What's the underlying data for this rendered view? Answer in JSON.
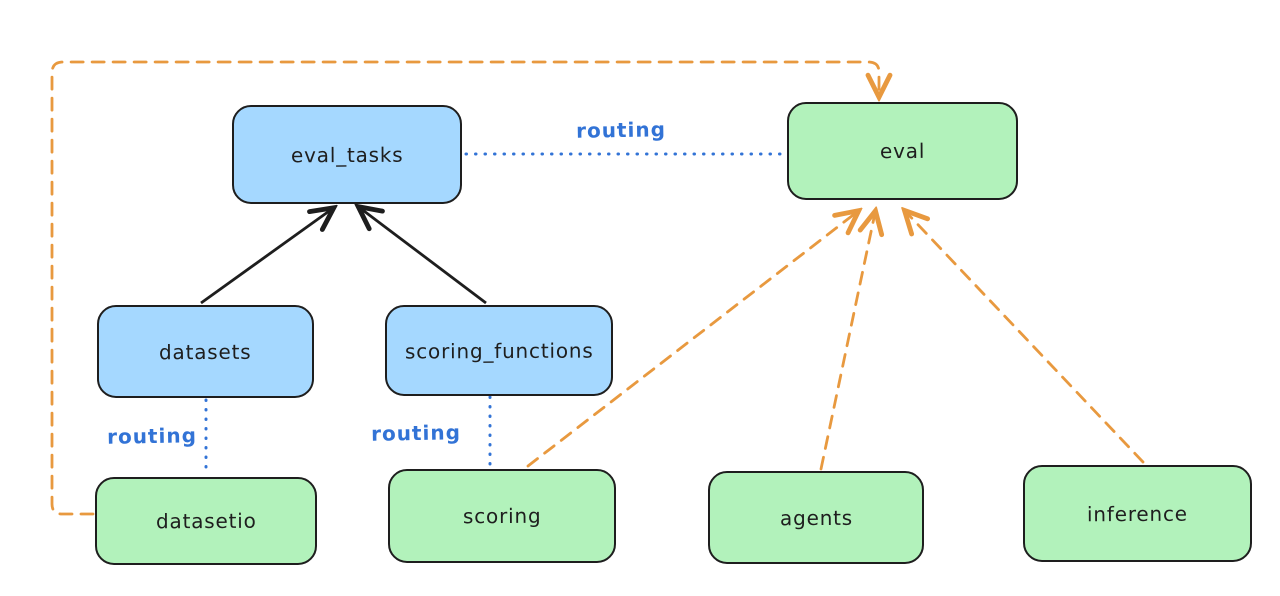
{
  "diagram": {
    "nodes": [
      {
        "id": "eval_tasks",
        "label": "eval_tasks",
        "kind": "resource"
      },
      {
        "id": "eval",
        "label": "eval",
        "kind": "api"
      },
      {
        "id": "datasets",
        "label": "datasets",
        "kind": "resource"
      },
      {
        "id": "scoring_functions",
        "label": "scoring_functions",
        "kind": "resource"
      },
      {
        "id": "datasetio",
        "label": "datasetio",
        "kind": "api"
      },
      {
        "id": "scoring",
        "label": "scoring",
        "kind": "api"
      },
      {
        "id": "agents",
        "label": "agents",
        "kind": "api"
      },
      {
        "id": "inference",
        "label": "inference",
        "kind": "api"
      }
    ],
    "edge_labels": [
      {
        "id": "routing-eval-tasks-to-eval",
        "label": "routing"
      },
      {
        "id": "routing-datasets-to-datasetio",
        "label": "routing"
      },
      {
        "id": "routing-scoring-functions-to-scoring",
        "label": "routing"
      }
    ],
    "colors": {
      "resource_fill": "#a5d8ff",
      "api_fill": "#b2f2bb",
      "stroke": "#1e1e1e",
      "routing_blue": "#3273d6",
      "orange": "#e8993f",
      "background": "#ffffff"
    }
  }
}
